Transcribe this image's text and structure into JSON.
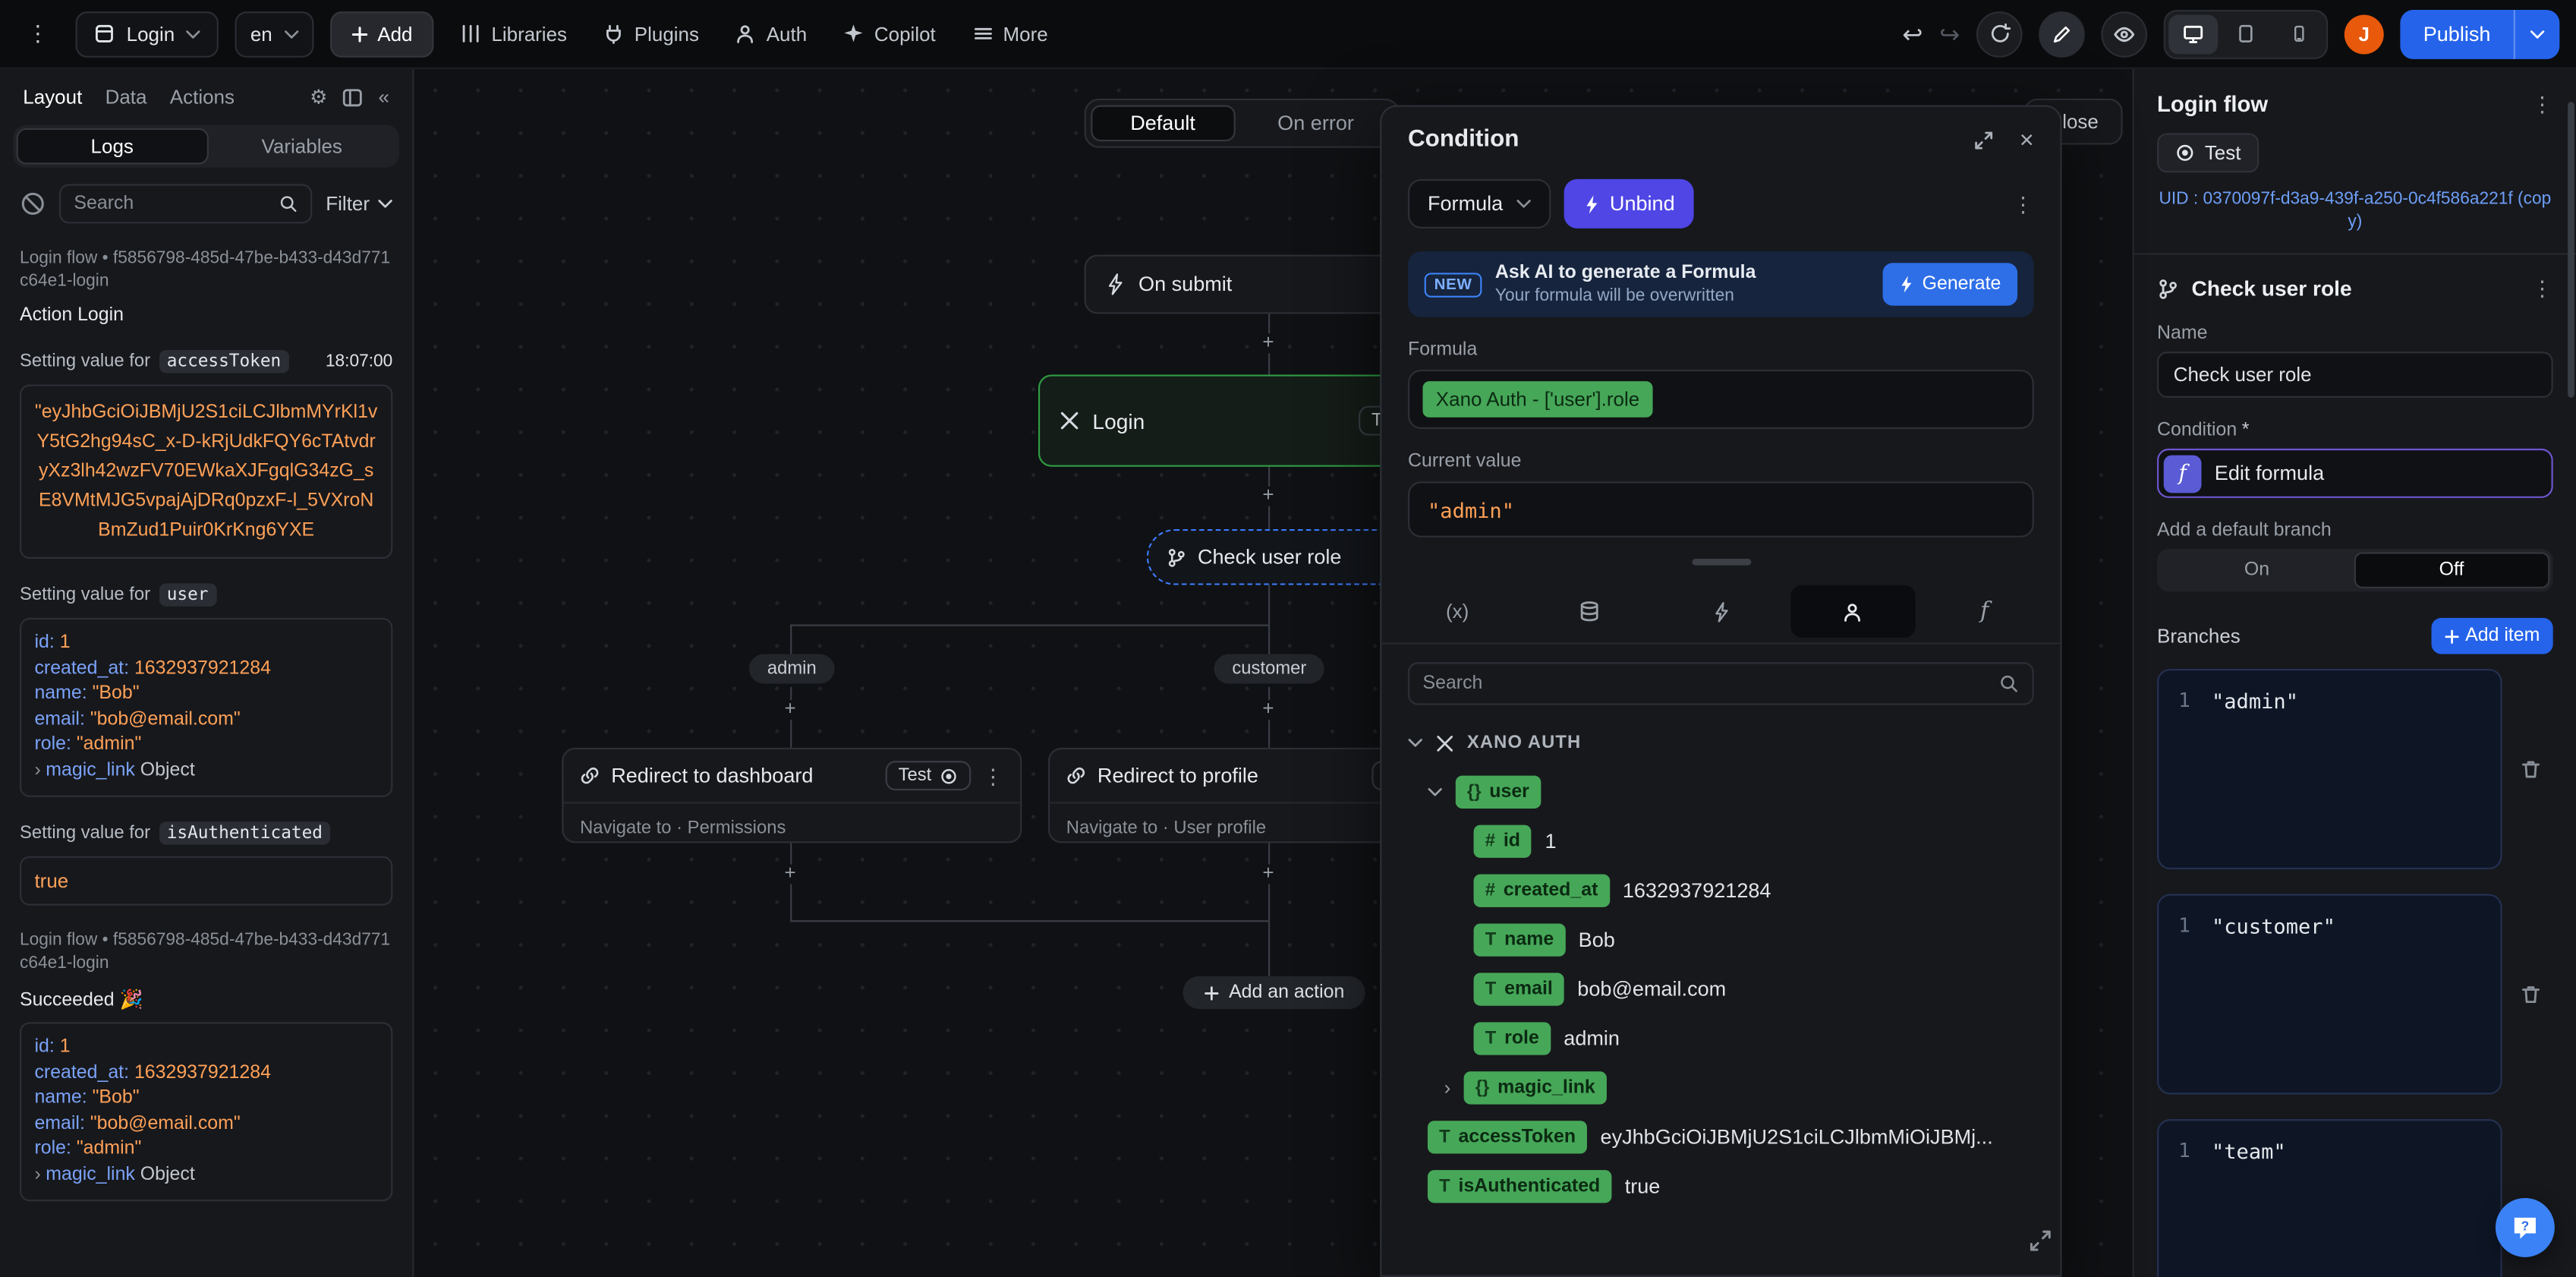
{
  "colors": {
    "accent_blue": "#2563eb",
    "green": "#46a758",
    "orange": "#ffa157",
    "purple": "#4f46e5",
    "link_blue": "#6d9ef7",
    "avatar_orange": "#e8590c"
  },
  "topbar": {
    "page_selector": "Login",
    "language": "en",
    "add": "Add",
    "libraries": "Libraries",
    "plugins": "Plugins",
    "auth": "Auth",
    "copilot": "Copilot",
    "more": "More",
    "avatar_initial": "J",
    "publish": "Publish"
  },
  "left_panel": {
    "tabs": [
      "Layout",
      "Data",
      "Actions"
    ],
    "toggle": [
      "Logs",
      "Variables"
    ],
    "search_placeholder": "Search",
    "filter": "Filter",
    "flow_header": "Login flow • f5856798-485d-47be-b433-d43d771c64e1-login",
    "action_title": "Action Login",
    "setting_prefix": "Setting value for",
    "entries": {
      "access_token_badge": "accessToken",
      "access_token_time": "18:07:00",
      "access_token_value": "\"eyJhbGciOiJBMjU2S1ciLCJlbmMYrKl1vY5tG2hg94sC_x-D-kRjUdkFQY6cTAtvdryXz3lh42wzFV70EWkaXJFgqlG34zG_sE8VMtMJG5vpajAjDRq0pzxF-l_5VXroNBmZud1Puir0KrKng6YXE",
      "user_badge": "user",
      "is_authenticated_badge": "isAuthenticated",
      "is_authenticated_value": "true",
      "succeeded": "Succeeded 🎉"
    },
    "user_object": {
      "id_key": "id:",
      "id_value": "1",
      "created_at_key": "created_at:",
      "created_at_value": "1632937921284",
      "name_key": "name:",
      "name_value": "\"Bob\"",
      "email_key": "email:",
      "email_value": "\"bob@email.com\"",
      "role_key": "role:",
      "role_value": "\"admin\"",
      "magic_link_key": "magic_link",
      "magic_link_value": "Object"
    }
  },
  "canvas": {
    "tabs": [
      "Default",
      "On error"
    ],
    "close": "Close",
    "nodes": {
      "on_submit": "On submit",
      "login": "Login",
      "check_user_role": "Check user role",
      "redirect_dashboard": "Redirect to dashboard",
      "redirect_dashboard_subtitle": "Navigate to · Permissions",
      "redirect_profile": "Redirect to profile",
      "redirect_profile_subtitle": "Navigate to · User profile",
      "test_badge": "Test"
    },
    "branch_labels": [
      "admin",
      "customer"
    ],
    "add_action": "Add an action"
  },
  "condition_popup": {
    "title": "Condition",
    "binding_type": "Formula",
    "unbind": "Unbind",
    "ai_banner": {
      "badge": "NEW",
      "title": "Ask AI to generate a Formula",
      "subtitle": "Your formula will be overwritten",
      "generate": "Generate"
    },
    "formula_label": "Formula",
    "formula_value": "Xano Auth - ['user'].role",
    "current_value_label": "Current value",
    "current_value": "\"admin\"",
    "search_placeholder": "Search",
    "tree": {
      "root": "XANO AUTH",
      "user": {
        "type": "{}",
        "name": "user"
      },
      "items": [
        {
          "type": "#",
          "name": "id",
          "value": "1"
        },
        {
          "type": "#",
          "name": "created_at",
          "value": "1632937921284"
        },
        {
          "type": "T",
          "name": "name",
          "value": "Bob"
        },
        {
          "type": "T",
          "name": "email",
          "value": "bob@email.com"
        },
        {
          "type": "T",
          "name": "role",
          "value": "admin"
        },
        {
          "type": "{}",
          "name": "magic_link",
          "value": ""
        },
        {
          "type": "T",
          "name": "accessToken",
          "value": "eyJhbGciOiJBMjU2S1ciLCJlbmMiOiJBMj..."
        },
        {
          "type": "T",
          "name": "isAuthenticated",
          "value": "true"
        }
      ]
    }
  },
  "right_panel": {
    "title": "Login flow",
    "test": "Test",
    "uid": "UID : 0370097f-d3a9-439f-a250-0c4f586a221f (copy)",
    "section_title": "Check user role",
    "name_label": "Name",
    "name_value": "Check user role",
    "condition_label": "Condition",
    "required_mark": "*",
    "edit_formula": "Edit formula",
    "default_branch_label": "Add a default branch",
    "toggle_on": "On",
    "toggle_off": "Off",
    "branches_label": "Branches",
    "add_item": "Add item",
    "branches": [
      {
        "line": "1",
        "value": "\"admin\""
      },
      {
        "line": "1",
        "value": "\"customer\""
      },
      {
        "line": "1",
        "value": "\"team\""
      }
    ]
  }
}
